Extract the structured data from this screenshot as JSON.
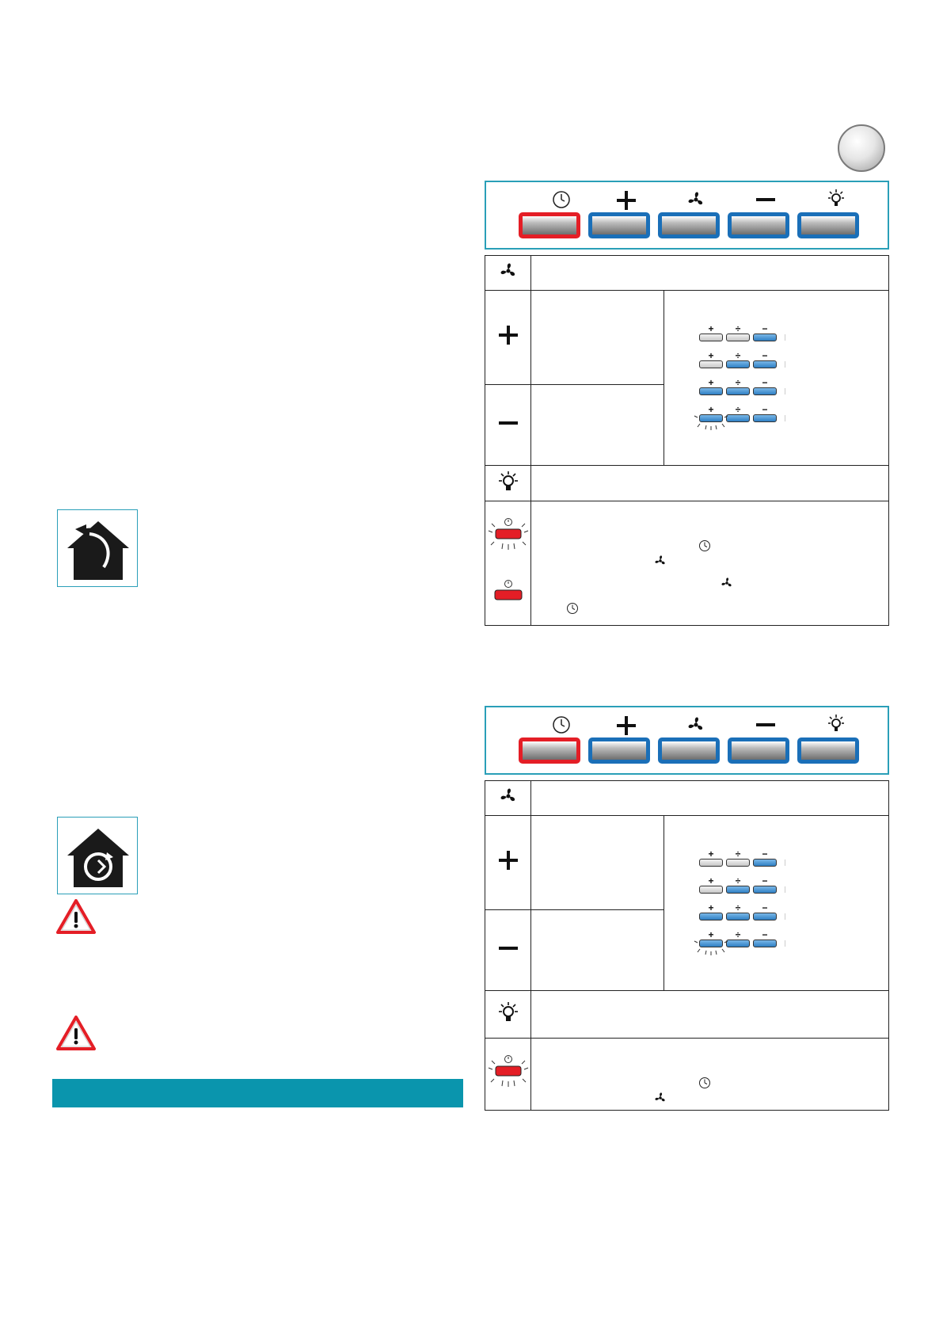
{
  "colors": {
    "accent": "#0a95ad",
    "panel_border": "#2a9fb8",
    "timer_red": "#e41e26",
    "button_blue": "#1a6fb8"
  },
  "icons": {
    "page_badge": "grey-circle-badge",
    "panel_top": [
      "clock-icon",
      "plus-icon",
      "fan-icon",
      "minus-icon",
      "light-bulb-icon"
    ],
    "house_mode_1": "house-recirculation-arrow-icon",
    "house_mode_2": "house-rotation-icon",
    "warning": "warning-triangle-icon"
  },
  "control_panels": [
    {
      "id": "panel-1",
      "buttons": [
        {
          "symbol": "clock",
          "color": "red"
        },
        {
          "symbol": "plus",
          "color": "blue"
        },
        {
          "symbol": "fan",
          "color": "blue"
        },
        {
          "symbol": "minus",
          "color": "blue"
        },
        {
          "symbol": "light",
          "color": "blue"
        }
      ]
    },
    {
      "id": "panel-2",
      "buttons": [
        {
          "symbol": "clock",
          "color": "red"
        },
        {
          "symbol": "plus",
          "color": "blue"
        },
        {
          "symbol": "fan",
          "color": "blue"
        },
        {
          "symbol": "minus",
          "color": "blue"
        },
        {
          "symbol": "light",
          "color": "blue"
        }
      ]
    }
  ],
  "mini_key_labels": [
    "+",
    "÷",
    "−"
  ],
  "speed_indicator_states": [
    [
      "grey",
      "grey",
      "blue"
    ],
    [
      "grey",
      "blue",
      "blue"
    ],
    [
      "blue",
      "blue",
      "blue"
    ],
    [
      "blue-flashing",
      "blue",
      "blue"
    ]
  ]
}
